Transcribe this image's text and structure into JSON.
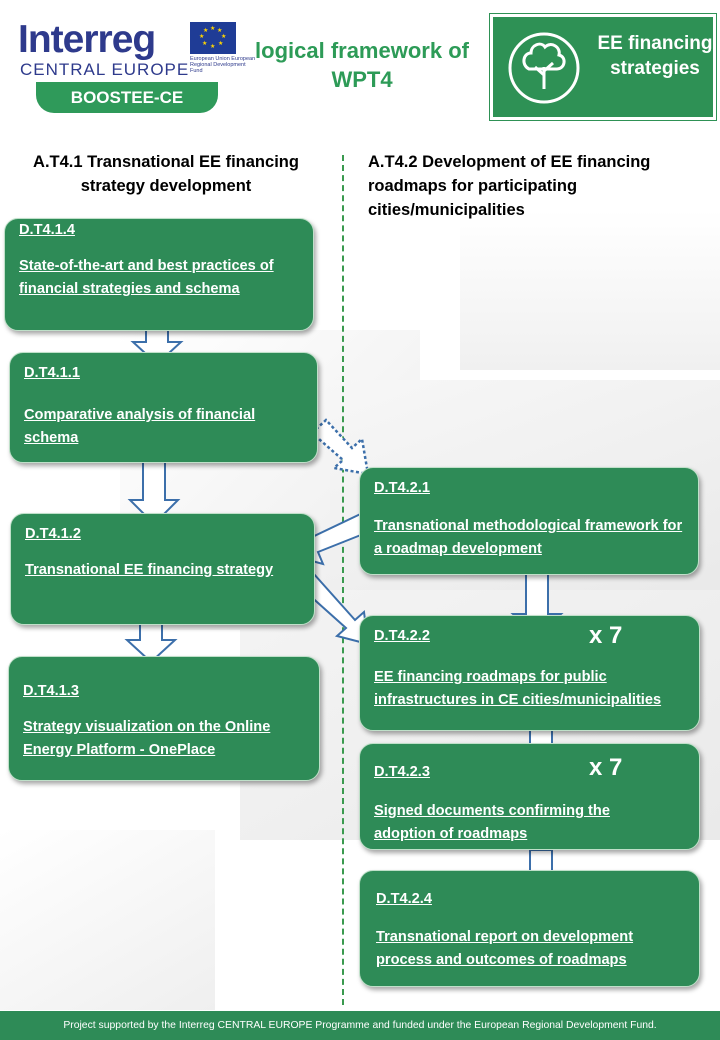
{
  "header": {
    "logo_name": "Interreg",
    "logo_region": "CENTRAL EUROPE",
    "eu_text": "European Union European Regional Development Fund",
    "project": "BOOSTEE-CE",
    "title": "logical framework of WPT4",
    "box_label": "EE financing strategies",
    "box_icon": "tree-icon"
  },
  "columns": {
    "left_heading": "A.T4.1 Transnational  EE financing strategy development",
    "right_heading": "A.T4.2 Development of EE financing roadmaps  for participating cities/municipalities"
  },
  "deliverables": {
    "d414": {
      "code": "D.T4.1.4",
      "desc": "State-of-the-art and best practices of financial strategies and schema"
    },
    "d411": {
      "code": "D.T4.1.1",
      "desc": "Comparative analysis of financial schema"
    },
    "d412": {
      "code": "D.T4.1.2",
      "desc": "Transnational EE financing strategy"
    },
    "d413": {
      "code": "D.T4.1.3",
      "desc": "Strategy visualization on the Online Energy Platform - OnePlace"
    },
    "d421": {
      "code": "D.T4.2.1",
      "desc": "Transnational methodological framework for a roadmap development"
    },
    "d422": {
      "code": "D.T4.2.2",
      "desc": "EE financing roadmaps for public infrastructures in CE cities/municipalities",
      "multiplier": "x 7"
    },
    "d423": {
      "code": "D.T4.2.3",
      "desc": "Signed documents confirming the adoption of roadmaps",
      "multiplier": "x 7"
    },
    "d424": {
      "code": "D.T4.2.4",
      "desc": "Transnational report on development process and outcomes of roadmaps"
    }
  },
  "footer": "Project supported by the Interreg CENTRAL EUROPE Programme and funded under the European Regional Development Fund.",
  "colors": {
    "box_green": "#2e8b57",
    "title_green": "#2d9b57",
    "logo_blue": "#2e3a8c"
  }
}
